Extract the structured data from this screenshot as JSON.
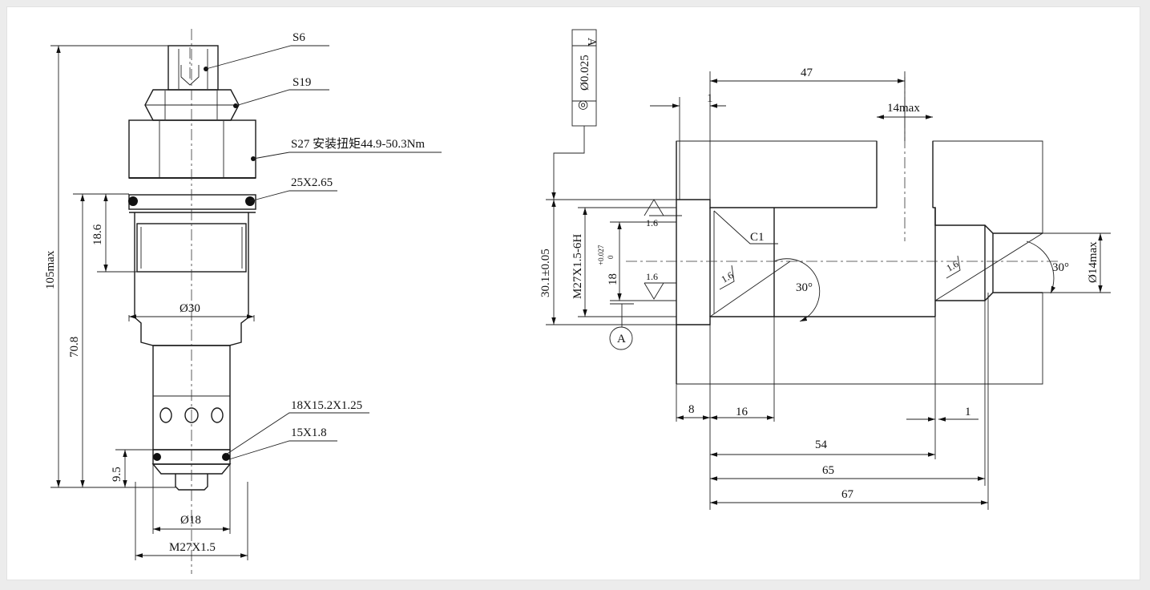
{
  "left_view": {
    "callouts": {
      "s6": "S6",
      "s19": "S19",
      "s27": "S27 安装扭矩44.9-50.3Nm",
      "oring1": "25X2.65",
      "backup": "18X15.2X1.25",
      "oring2": "15X1.8"
    },
    "dims": {
      "overall": "105max",
      "d708": "70.8",
      "d186": "18.6",
      "d95": "9.5",
      "dia30": "Ø30",
      "dia18": "Ø18",
      "thread": "M27X1.5"
    }
  },
  "right_view": {
    "tolerance_frame": {
      "symbol": "◎",
      "value": "Ø0.025",
      "datum": "A"
    },
    "dims": {
      "d47": "47",
      "d1_top": "1",
      "d14max": "14max",
      "d301": "30.1±0.05",
      "thread": "M27X1.5-6H",
      "d18": "18",
      "d18_tol_upper": "+0.027",
      "d18_tol_lower": "0",
      "c1": "C1",
      "r16a": "1.6",
      "r16b": "1.6",
      "r16c": "1.6",
      "r16d": "1.6",
      "ang30a": "30°",
      "ang30b": "30°",
      "dia14max": "Ø14max",
      "datum_a": "A",
      "d8": "8",
      "d16": "16",
      "d1_bot": "1",
      "d54": "54",
      "d65": "65",
      "d67": "67"
    }
  }
}
